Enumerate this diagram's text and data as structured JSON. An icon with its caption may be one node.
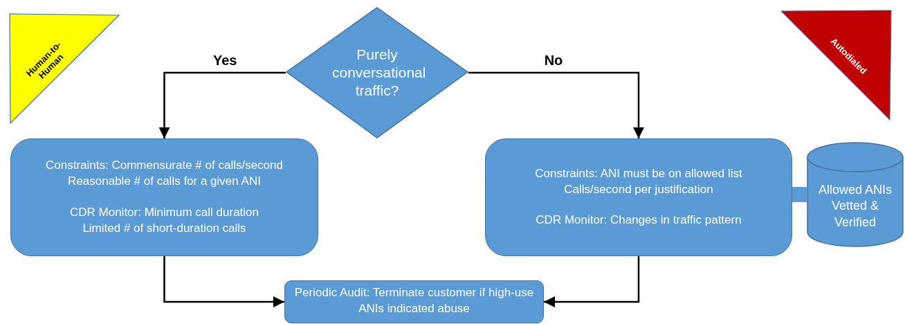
{
  "diagram": {
    "nodes": [
      {
        "text": [
          "Human-to- Human"
        ]
      },
      {
        "text": [
          "Purely conversational traffic?"
        ]
      },
      {
        "text": [
          "Autodialed"
        ]
      },
      {
        "text": [
          "Constraints: Commensurate # of calls/second",
          "Reasonable # of calls for a given ANI",
          "CDR Monitor: Minimum call duration",
          "Limited # of short-duration calls"
        ]
      },
      {
        "text": [
          "Constraints: ANI must be on allowed list",
          "Calls/second per justification",
          "CDR Monitor: Changes in traffic pattern"
        ]
      },
      {
        "text": [
          "Allowed ANIs Vetted & Verified"
        ]
      },
      {
        "text": [
          "Periodic Audit: Terminate customer if high-use ANIs indicated abuse"
        ]
      }
    ],
    "edges": [
      {
        "from": 1,
        "to": 3,
        "arrow": "to",
        "label": "Yes"
      },
      {
        "from": 1,
        "to": 4,
        "arrow": "to",
        "label": "No"
      },
      {
        "from": 4,
        "to": 5,
        "arrow": "none",
        "style": "thick",
        "color": "#5b9bd5"
      },
      {
        "from": 3,
        "to": 6,
        "arrow": "to"
      },
      {
        "from": 4,
        "to": 6,
        "arrow": "to"
      }
    ]
  }
}
